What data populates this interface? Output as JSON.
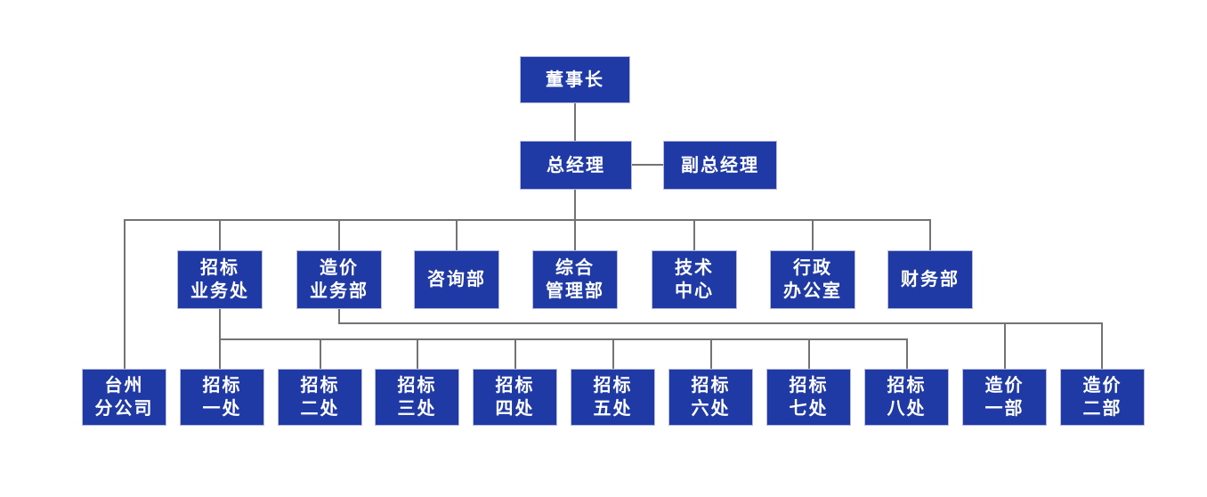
{
  "colors": {
    "node_fill": "#1f3aa5",
    "node_border": "#b9bcdf",
    "node_text": "#ffffff",
    "connector": "#737373",
    "background": "#ffffff"
  },
  "org": {
    "level1": {
      "chairman": "董事长"
    },
    "level2": {
      "general_manager": "总经理",
      "deputy_general_manager": "副总经理"
    },
    "level3": {
      "bidding_business_office": "招标\n业务处",
      "cost_business_dept": "造价\n业务部",
      "consulting_dept": "咨询部",
      "general_mgmt_dept": "综合\n管理部",
      "tech_center": "技术\n中心",
      "admin_office": "行政\n办公室",
      "finance_dept": "财务部"
    },
    "level4": {
      "taizhou_branch": "台州\n分公司",
      "bidding_office_1": "招标\n一处",
      "bidding_office_2": "招标\n二处",
      "bidding_office_3": "招标\n三处",
      "bidding_office_4": "招标\n四处",
      "bidding_office_5": "招标\n五处",
      "bidding_office_6": "招标\n六处",
      "bidding_office_7": "招标\n七处",
      "bidding_office_8": "招标\n八处",
      "cost_dept_1": "造价\n一部",
      "cost_dept_2": "造价\n二部"
    }
  }
}
